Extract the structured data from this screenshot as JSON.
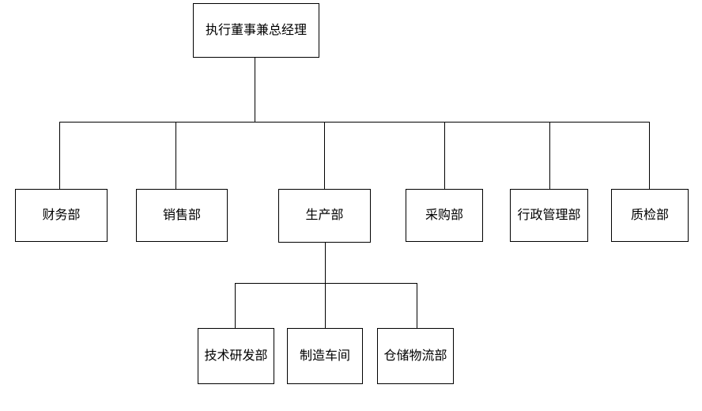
{
  "diagram": {
    "type": "org-chart",
    "background": "#ffffff",
    "line_color": "#000000",
    "node_border_color": "#000000",
    "node_fill": "#ffffff",
    "text_color": "#000000",
    "nodes": {
      "root": {
        "label": "执行董事兼总经理",
        "level": 1
      },
      "finance": {
        "label": "财务部",
        "level": 2
      },
      "sales": {
        "label": "销售部",
        "level": 2
      },
      "production": {
        "label": "生产部",
        "level": 2
      },
      "purchasing": {
        "label": "采购部",
        "level": 2
      },
      "admin": {
        "label": "行政管理部",
        "level": 2
      },
      "quality": {
        "label": "质检部",
        "level": 2
      },
      "rnd": {
        "label": "技术研发部",
        "level": 3
      },
      "workshop": {
        "label": "制造车间",
        "level": 3
      },
      "logistics": {
        "label": "仓储物流部",
        "level": 3
      }
    },
    "edges": [
      {
        "from": "执行董事兼总经理",
        "to": "财务部"
      },
      {
        "from": "执行董事兼总经理",
        "to": "销售部"
      },
      {
        "from": "执行董事兼总经理",
        "to": "生产部"
      },
      {
        "from": "执行董事兼总经理",
        "to": "采购部"
      },
      {
        "from": "执行董事兼总经理",
        "to": "行政管理部"
      },
      {
        "from": "执行董事兼总经理",
        "to": "质检部"
      },
      {
        "from": "生产部",
        "to": "技术研发部"
      },
      {
        "from": "生产部",
        "to": "制造车间"
      },
      {
        "from": "生产部",
        "to": "仓储物流部"
      }
    ]
  }
}
